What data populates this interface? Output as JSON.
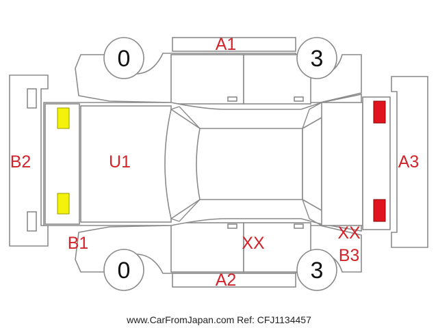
{
  "colors": {
    "label": "#d2232a",
    "outline": "#8a8a8a",
    "mark_yellow": "#f2f20a",
    "mark_red": "#e0141e"
  },
  "wheels": {
    "front_left": "0",
    "front_right": "3",
    "rear_left": "0",
    "rear_right": "3"
  },
  "labels": {
    "a1": "A1",
    "a2": "A2",
    "a3": "A3",
    "b1": "B1",
    "b2": "B2",
    "b3": "B3",
    "u1": "U1",
    "xx_side": "XX",
    "xx_rear": "XX"
  },
  "marks": [
    {
      "name": "yellow-mark-top",
      "color": "yellow"
    },
    {
      "name": "yellow-mark-bottom",
      "color": "yellow"
    },
    {
      "name": "red-mark-top",
      "color": "red"
    },
    {
      "name": "red-mark-bottom",
      "color": "red"
    }
  ],
  "footer": "www.CarFromJapan.com Ref: CFJ1134457"
}
